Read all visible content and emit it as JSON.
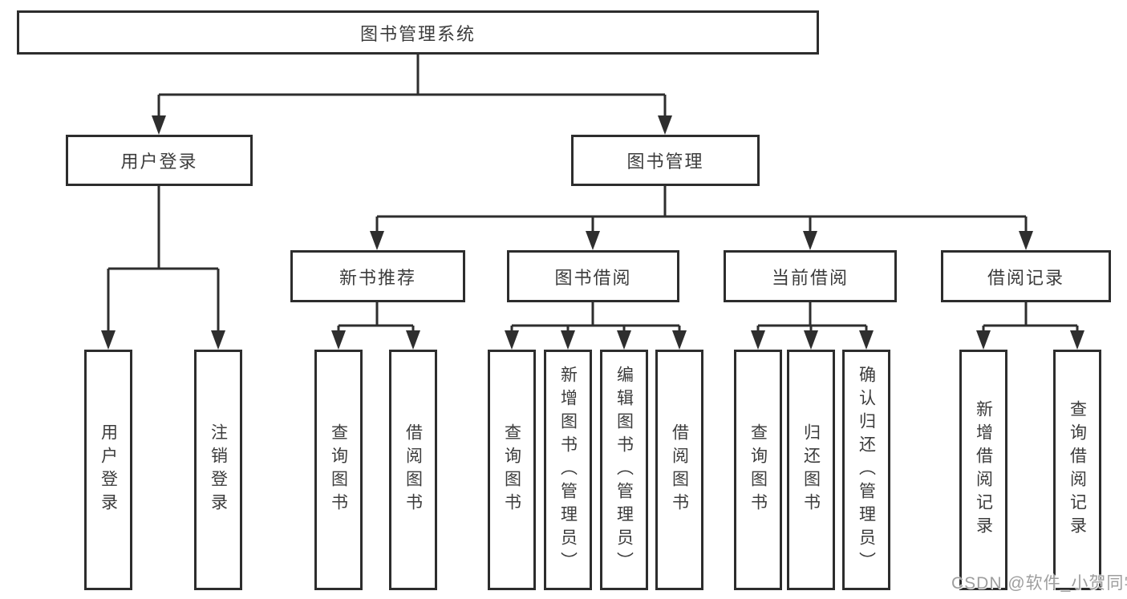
{
  "tree": {
    "root": {
      "label": "图书管理系统"
    },
    "branches": [
      {
        "label": "用户登录",
        "children": [
          {
            "label": "用户登录"
          },
          {
            "label": "注销登录"
          }
        ]
      },
      {
        "label": "图书管理",
        "children": [
          {
            "label": "新书推荐",
            "children": [
              {
                "label": "查询图书"
              },
              {
                "label": "借阅图书"
              }
            ]
          },
          {
            "label": "图书借阅",
            "children": [
              {
                "label": "查询图书"
              },
              {
                "label": "新增图书（管理员）"
              },
              {
                "label": "编辑图书（管理员）"
              },
              {
                "label": "借阅图书"
              }
            ]
          },
          {
            "label": "当前借阅",
            "children": [
              {
                "label": "查询图书"
              },
              {
                "label": "归还图书"
              },
              {
                "label": "确认归还（管理员）"
              }
            ]
          },
          {
            "label": "借阅记录",
            "children": [
              {
                "label": "新增借阅记录"
              },
              {
                "label": "查询借阅记录"
              }
            ]
          }
        ]
      }
    ]
  },
  "watermark": "CSDN @软件_小贺同学",
  "colors": {
    "line": "#2e2e2e",
    "border": "#2d2d2d",
    "text": "#3c3c3c",
    "watermark_text": "#9e9e9e",
    "background": "#ffffff"
  }
}
